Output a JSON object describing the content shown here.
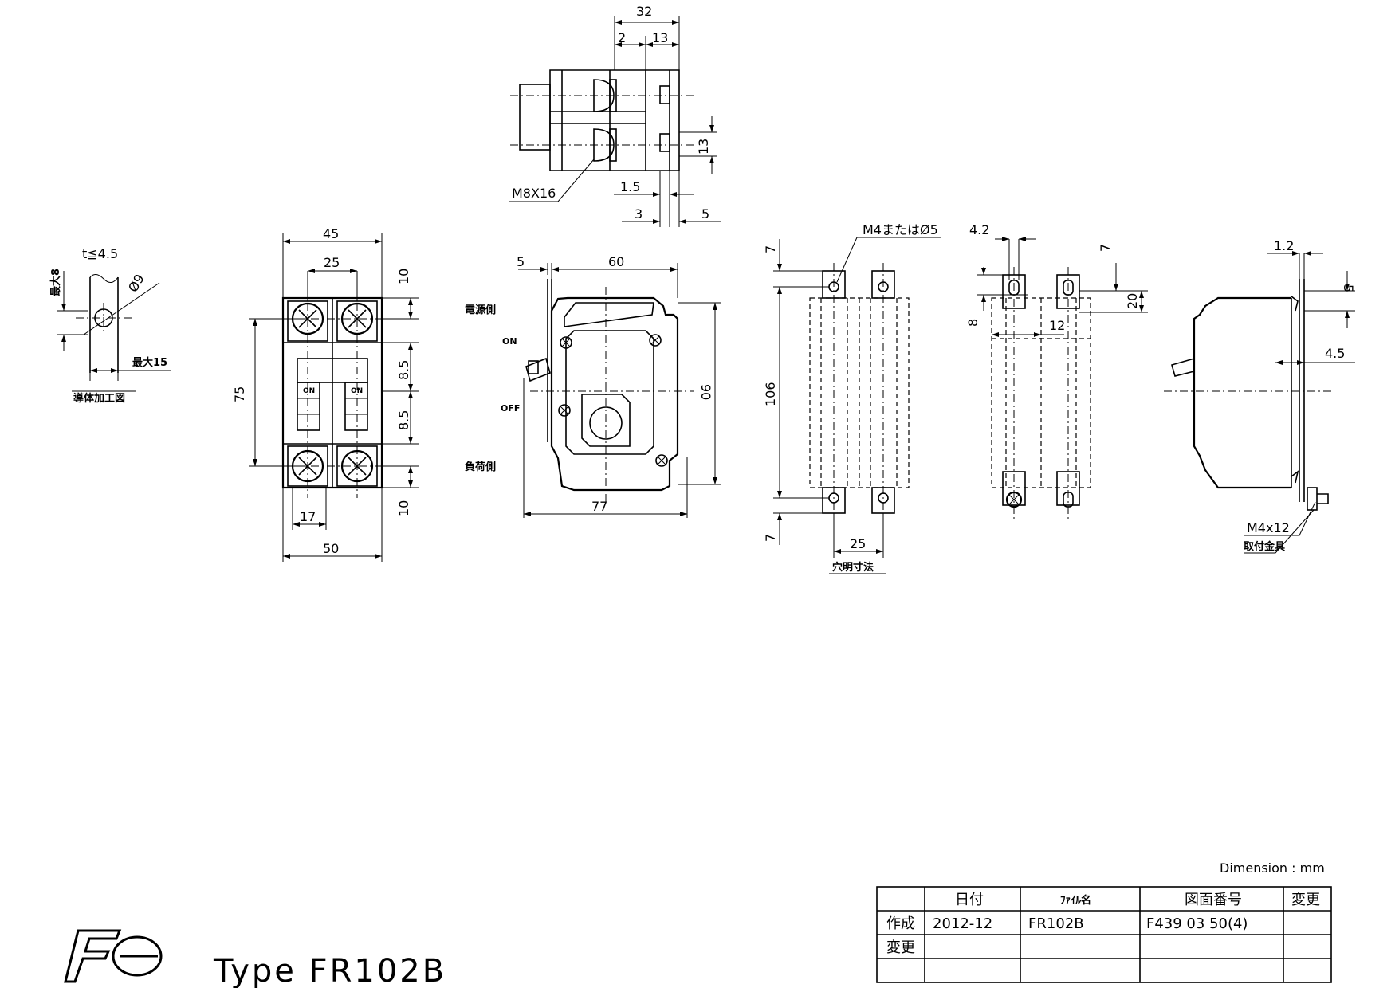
{
  "title_type": "Type FR102B",
  "units_note": "Dimension : mm",
  "logo_text": "Fe",
  "labels": {
    "conductor": "導体加工図",
    "line_side": "電源側",
    "load_side": "負荷側",
    "on": "ON",
    "off": "OFF",
    "hole_dims": "穴明寸法",
    "m4_or_5": "M4またはØ5",
    "m8x16": "M8X16",
    "m4x12": "M4x12",
    "mount_bracket": "取付金具",
    "max8": "最大8",
    "max15": "最大15",
    "t45": "t≦4.5",
    "phi9": "Ø9"
  },
  "dims": {
    "top": [
      "32",
      "2",
      "13",
      "13",
      "1.5",
      "3",
      "5"
    ],
    "front": [
      "45",
      "25",
      "10",
      "8.5",
      "8.5",
      "10",
      "75",
      "17",
      "50"
    ],
    "side": [
      "5",
      "60",
      "90",
      "77"
    ],
    "holes": [
      "7",
      "106",
      "7",
      "25"
    ],
    "back": [
      "4.2",
      "7",
      "20",
      "8",
      "12"
    ],
    "right": [
      "1.2",
      "5",
      "4.5"
    ]
  },
  "table": {
    "headers": [
      "",
      "日付",
      "ﾌｧｲﾙ名",
      "図面番号",
      "変更"
    ],
    "rows": [
      [
        "作成",
        "2012-12",
        "FR102B",
        "F439 03 50(4)",
        ""
      ],
      [
        "変更",
        "",
        "",
        "",
        ""
      ],
      [
        "",
        "",
        "",
        "",
        ""
      ]
    ]
  }
}
